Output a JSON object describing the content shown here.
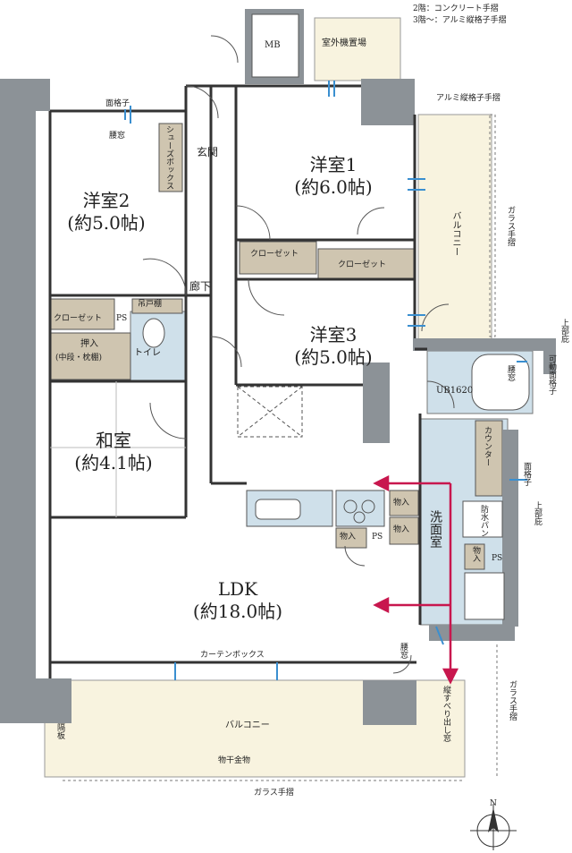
{
  "legend": {
    "line1": "2階：コンクリート手摺",
    "line2": "3階～：アルミ縦格子手摺"
  },
  "rooms": {
    "western1": {
      "name": "洋室1",
      "size": "(約6.0帖)"
    },
    "western2": {
      "name": "洋室2",
      "size": "(約5.0帖)"
    },
    "western3": {
      "name": "洋室3",
      "size": "(約5.0帖)"
    },
    "japanese": {
      "name": "和室",
      "size": "(約4.1帖)"
    },
    "ldk": {
      "name": "LDK",
      "size": "(約18.0帖)"
    }
  },
  "labels": {
    "mb": "MB",
    "ac_space": "室外機置場",
    "entrance": "玄関",
    "shoe_box": "シューズボックス",
    "hallway": "廊下",
    "closet1": "クローゼット",
    "closet2": "クローゼット",
    "closet3": "クローゼット",
    "ps1": "PS",
    "ps2": "PS",
    "ps3": "PS",
    "hanging_shelf": "吊戸棚",
    "toilet": "トイレ",
    "oshiire": "押入",
    "oshiire_sub": "(中段・枕棚)",
    "storage1": "物入",
    "storage2": "物入",
    "storage3": "物入",
    "storage4": "物入",
    "washroom": "洗面室",
    "unit_bath": "UB1620",
    "counter": "カウンター",
    "waterproof_pan": "防水パン",
    "balcony_top": "バルコニー",
    "balcony_bottom": "バルコニー",
    "glass_rail_right": "ガラス手摺",
    "glass_rail_right2": "ガラス手摺",
    "glass_rail_bottom": "ガラス手摺",
    "aluminum_rail": "アルミ縦格子手摺",
    "upper_eave1": "上部庇",
    "upper_eave2": "上部庇",
    "movable_lattice": "可動面格子",
    "lattice1": "面格子",
    "lattice2": "面格子",
    "waist_window1": "腰窓",
    "waist_window2": "腰窓",
    "waist_window3": "腰窓",
    "curtain_box": "カーテンボックス",
    "drying_hardware": "物干金物",
    "partition": "隔板",
    "slide_window": "縦すべり出し窓",
    "north": "N"
  },
  "colors": {
    "wall": "#8c9297",
    "storage": "#cfc5b0",
    "wet": "#cfe0ea",
    "balcony": "#f8f3df",
    "arrow": "#c8174e"
  }
}
